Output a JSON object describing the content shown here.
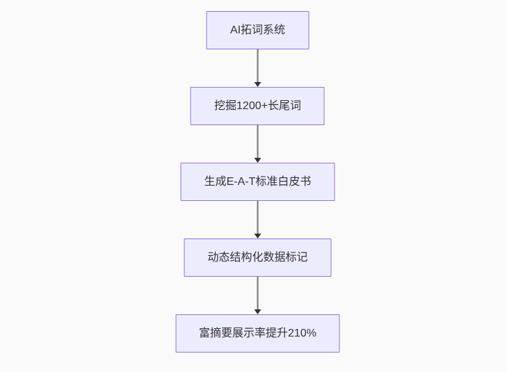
{
  "page": {
    "background": "#fafafa"
  },
  "flowchart": {
    "type": "flowchart",
    "direction": "top-down",
    "style": {
      "node_fill": "#ECECFF",
      "node_border": "#9370DB",
      "text_color": "#333333",
      "edge_line_color": "#737373",
      "edge_head_color": "#333333"
    },
    "nodes": [
      {
        "id": "n1",
        "label": "AI拓词系统"
      },
      {
        "id": "n2",
        "label": "挖掘1200+长尾词"
      },
      {
        "id": "n3",
        "label": "生成E-A-T标准白皮书"
      },
      {
        "id": "n4",
        "label": "动态结构化数据标记"
      },
      {
        "id": "n5",
        "label": "富摘要展示率提升210%"
      }
    ],
    "edges": [
      {
        "from": "n1",
        "to": "n2",
        "arrow": "down"
      },
      {
        "from": "n2",
        "to": "n3",
        "arrow": "down"
      },
      {
        "from": "n3",
        "to": "n4",
        "arrow": "down"
      },
      {
        "from": "n4",
        "to": "n5",
        "arrow": "down"
      }
    ]
  }
}
